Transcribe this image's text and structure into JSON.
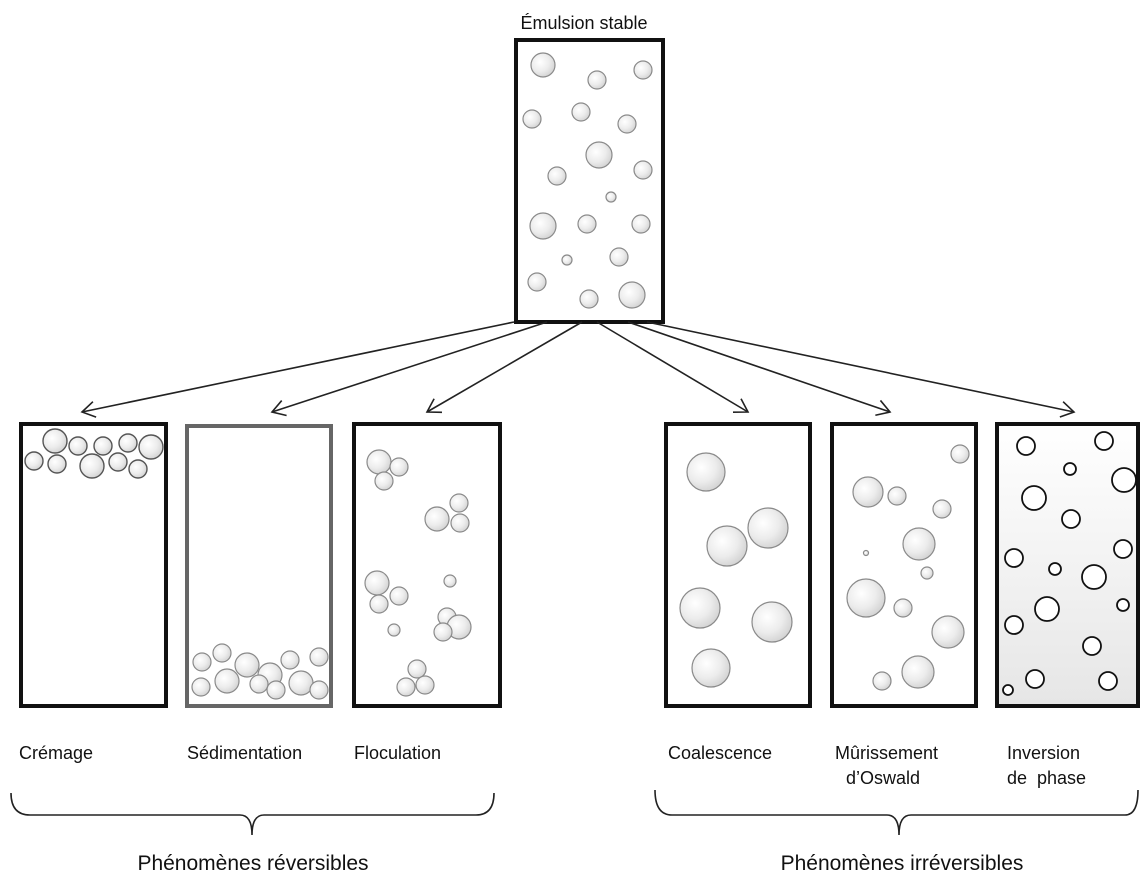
{
  "diagram": {
    "title": "Émulsion stable",
    "phenomena": [
      {
        "id": "cremage",
        "lines": [
          "Crémage"
        ]
      },
      {
        "id": "sedimentation",
        "lines": [
          "Sédimentation"
        ]
      },
      {
        "id": "floculation",
        "lines": [
          "Floculation"
        ]
      },
      {
        "id": "coalescence",
        "lines": [
          "Coalescence"
        ]
      },
      {
        "id": "murissement",
        "lines": [
          "Mûrissement",
          "d’Oswald"
        ]
      },
      {
        "id": "inversion",
        "lines": [
          "Inversion",
          "de  phase"
        ]
      }
    ],
    "groups": [
      {
        "id": "reversible",
        "label": "Phénomènes réversibles"
      },
      {
        "id": "irreversible",
        "label": "Phénomènes irréversibles"
      }
    ]
  }
}
